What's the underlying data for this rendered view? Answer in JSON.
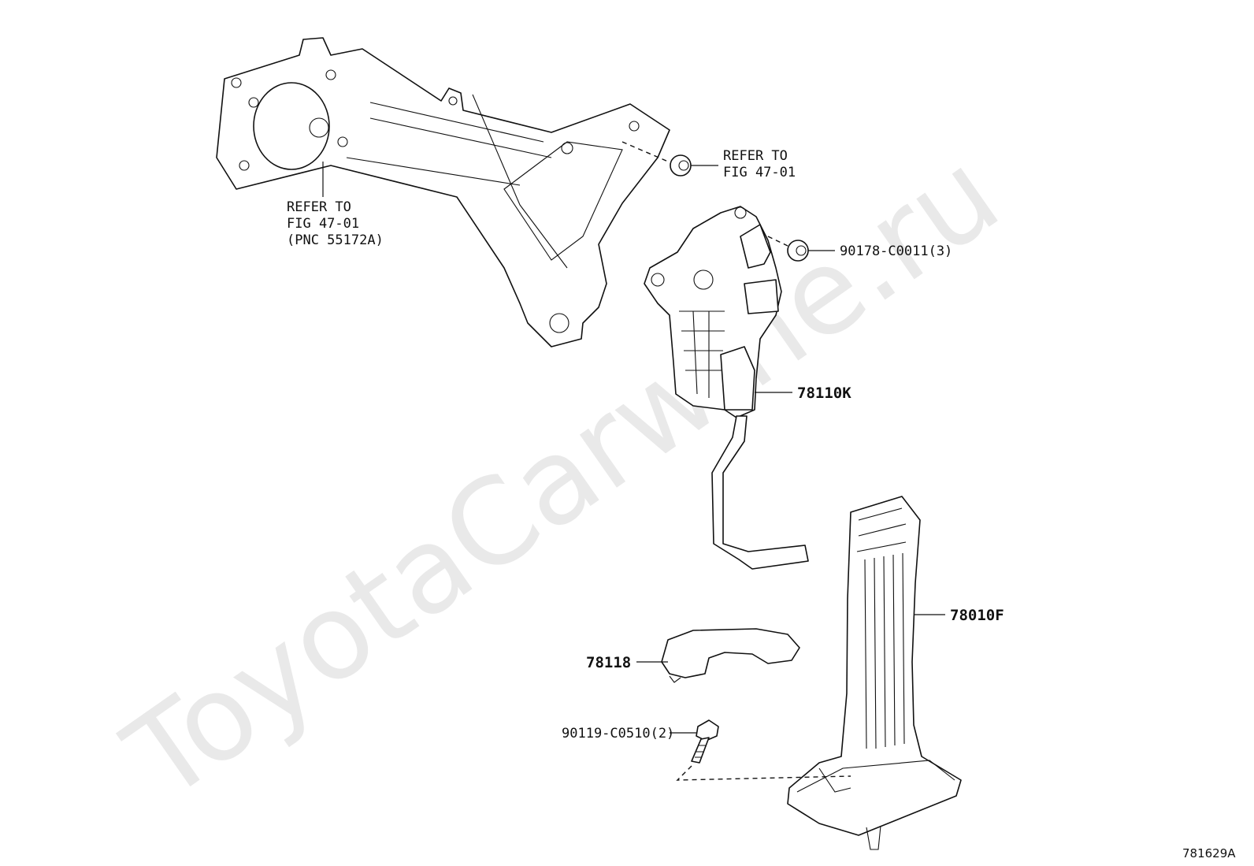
{
  "diagram": {
    "watermark": "ToyotaCarwine.ru",
    "figure_number": "781629A",
    "labels": {
      "bracket_nut_ref": [
        "REFER TO",
        "FIG 47-01"
      ],
      "bracket_ref": [
        "REFER TO",
        "FIG 47-01",
        "(PNC 55172A)"
      ],
      "nut": "90178-C0011(3)",
      "sensor": "78110K",
      "pedal": "78010F",
      "cover": "78118",
      "bolt": "90119-C0510(2)"
    }
  }
}
